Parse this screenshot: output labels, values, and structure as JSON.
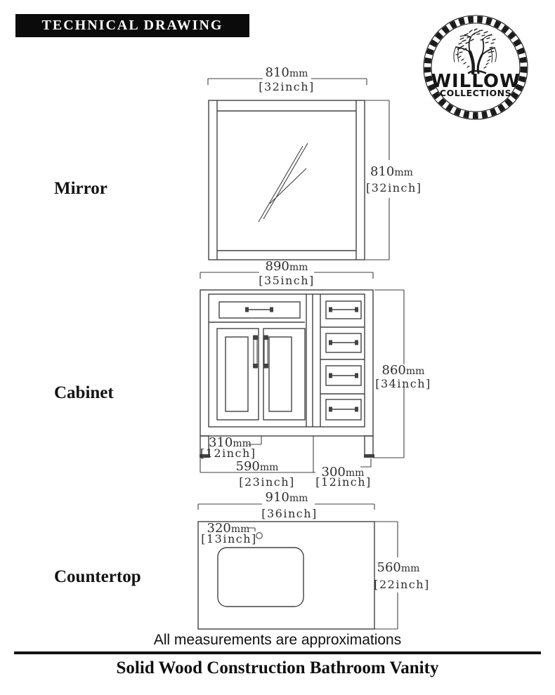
{
  "header": {
    "title": "TECHNICAL DRAWING"
  },
  "logo": {
    "name": "WILLOW",
    "subtitle": "COLLECTIONS"
  },
  "labels": {
    "mirror": "Mirror",
    "cabinet": "Cabinet",
    "countertop": "Countertop"
  },
  "dims": {
    "mirror_width": {
      "v": "810",
      "u": "mm",
      "in": "[32inch]"
    },
    "mirror_height": {
      "v": "810",
      "u": "mm",
      "in": "[32inch]"
    },
    "cabinet_width": {
      "v": "890",
      "u": "mm",
      "in": "[35inch]"
    },
    "cabinet_height": {
      "v": "860",
      "u": "mm",
      "in": "[34inch]"
    },
    "cabinet_depth": {
      "v": "310",
      "u": "mm",
      "in": "[12inch]"
    },
    "doors_width": {
      "v": "590",
      "u": "mm",
      "in": "[23inch]"
    },
    "drawers_width": {
      "v": "300",
      "u": "mm",
      "in": "[12inch]"
    },
    "countertop_width": {
      "v": "910",
      "u": "mm",
      "in": "[36inch]"
    },
    "countertop_depth": {
      "v": "560",
      "u": "mm",
      "in": "[22inch]"
    },
    "sink_offset": {
      "v": "320",
      "u": "mm",
      "in": "[13inch]"
    }
  },
  "footer": {
    "note": "All measurements are approximations",
    "title": "Solid Wood Construction Bathroom Vanity"
  },
  "colors": {
    "line": "#424242",
    "text": "#2e2e2e",
    "header_bg": "#0b0b0b"
  }
}
